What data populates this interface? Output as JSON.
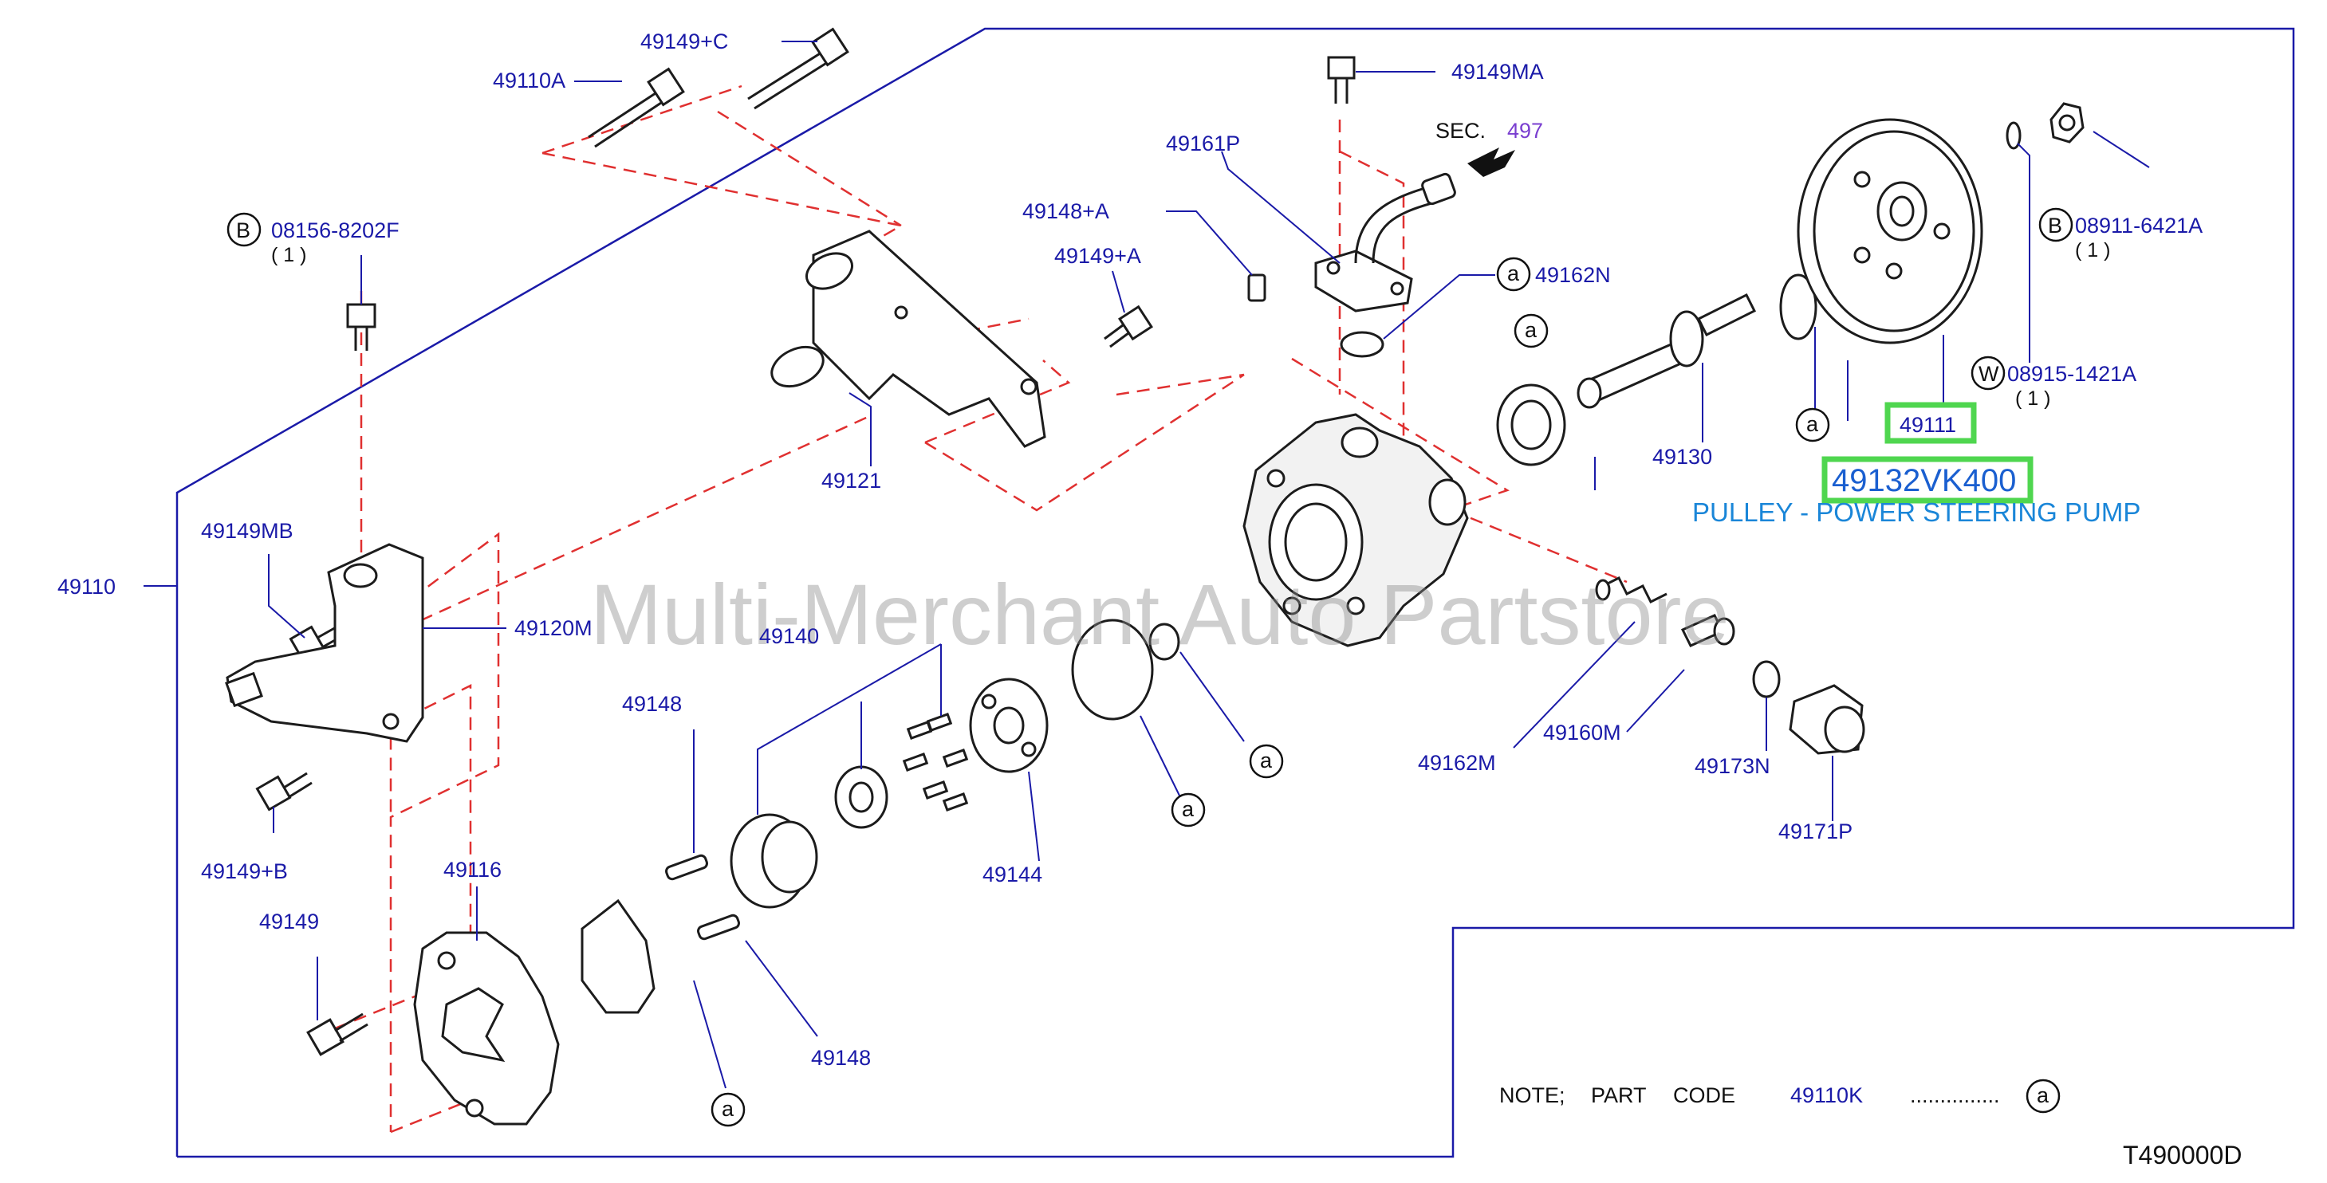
{
  "watermark": "Multi-Merchant Auto Partstore",
  "diagram_code": "T490000D",
  "sec_ref": {
    "prefix": "SEC.",
    "number": "497"
  },
  "labels": {
    "p49149c": "49149+C",
    "p49110a": "49110A",
    "p49149ma": "49149MA",
    "p49161p": "49161P",
    "p49148a": "49148+A",
    "p49149a": "49149+A",
    "p49162n": "49162N",
    "p49121": "49121",
    "p49130": "49130",
    "p49111": "49111",
    "p49132": "49132VK400",
    "pulley_desc": "PULLEY - POWER STEERING PUMP",
    "p08156": "08156-8202F",
    "p08911": "08911-6421A",
    "p08915": "08915-1421A",
    "p49149mb": "49149MB",
    "p49110": "49110",
    "p49120m": "49120M",
    "p49140": "49140",
    "p49148_top": "49148",
    "p49148_bottom": "49148",
    "p49144": "49144",
    "p49162m": "49162M",
    "p49160m": "49160M",
    "p49173n": "49173N",
    "p49171p": "49171P",
    "p49149b": "49149+B",
    "p49116": "49116",
    "p49149": "49149"
  },
  "quantities": {
    "q08156": "( 1 )",
    "q08911": "( 1 )",
    "q08915": "( 1 )"
  },
  "circle_marks": {
    "B": "B",
    "W": "W",
    "a": "a"
  },
  "note": {
    "prefix": "NOTE;",
    "part": "PART",
    "code": "CODE",
    "code_value": "49110K",
    "dots": "..............."
  },
  "colors": {
    "label_blue": "#1a1aa8",
    "frame_blue": "#1a1aa8",
    "dash_red": "#e03030",
    "highlight_green": "#4fd64f",
    "description_blue": "#1a86d8",
    "sec_purple": "#7a3fd0"
  }
}
